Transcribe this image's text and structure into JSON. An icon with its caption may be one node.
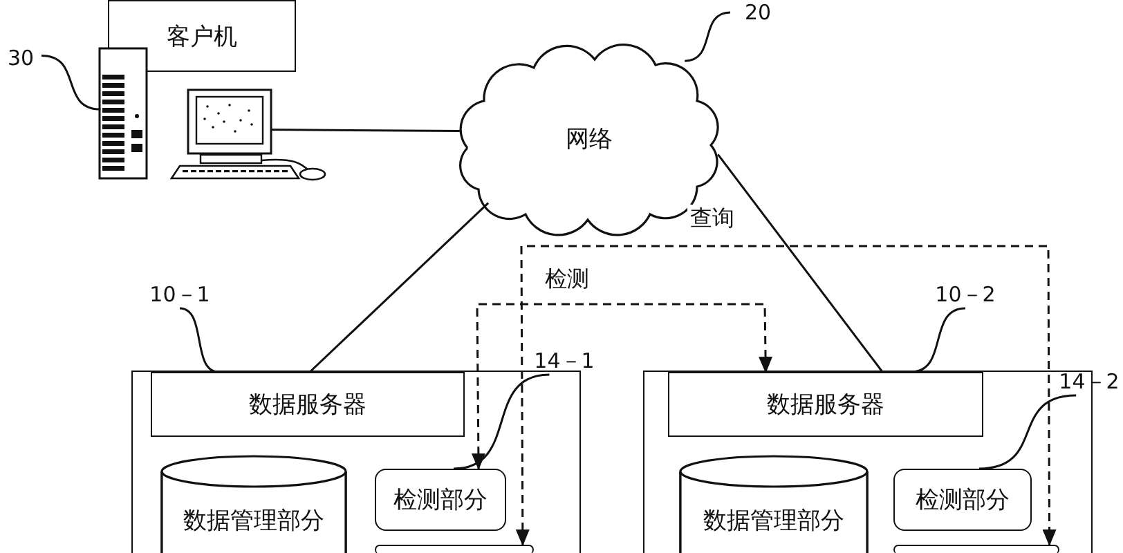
{
  "diagram": {
    "nodes": [
      {
        "text": [
          "客户机"
        ]
      },
      {
        "text": [],
        "shape": "picture"
      },
      {
        "text": [
          "20"
        ]
      },
      {
        "text": [
          "网络"
        ]
      },
      {
        "text": [
          "10－1"
        ]
      },
      {
        "text": [
          "10－2"
        ]
      },
      {
        "text": [],
        "shape": "box"
      },
      {
        "text": [
          "数据服务器"
        ],
        "in": 6
      },
      {
        "text": [
          "数据管理部分"
        ],
        "in": 6
      },
      {
        "text": [
          "检测部分"
        ],
        "in": 6
      },
      {
        "text": [],
        "shape": "box",
        "in": 6
      },
      {
        "text": [
          "14－1"
        ]
      },
      {
        "text": [],
        "shape": "box"
      },
      {
        "text": [
          "数据服务器"
        ],
        "in": 12
      },
      {
        "text": [
          "数据管理部分"
        ],
        "in": 12
      },
      {
        "text": [
          "检测部分"
        ],
        "in": 12
      },
      {
        "text": [],
        "shape": "box",
        "in": 12
      },
      {
        "text": [
          "14－2"
        ]
      },
      {
        "text": [
          "30"
        ]
      }
    ],
    "edges": [
      {
        "from": 1,
        "to": 3,
        "arrow": "none"
      },
      {
        "from": 3,
        "to": 7,
        "arrow": "none"
      },
      {
        "from": 3,
        "to": 13,
        "arrow": "none"
      },
      {
        "from": 13,
        "to": 9,
        "arrow": "both",
        "label": "检测",
        "style": "dashed"
      },
      {
        "from": 10,
        "to": 16,
        "arrow": "both",
        "label": "查询",
        "style": "dashed"
      },
      {
        "from": 18,
        "to": 1,
        "arrow": "none"
      },
      {
        "from": 2,
        "to": 3,
        "arrow": "none"
      },
      {
        "from": 4,
        "to": 7,
        "arrow": "none"
      },
      {
        "from": 5,
        "to": 13,
        "arrow": "none"
      },
      {
        "from": 11,
        "to": 9,
        "arrow": "none"
      },
      {
        "from": 17,
        "to": 15,
        "arrow": "none"
      }
    ]
  }
}
